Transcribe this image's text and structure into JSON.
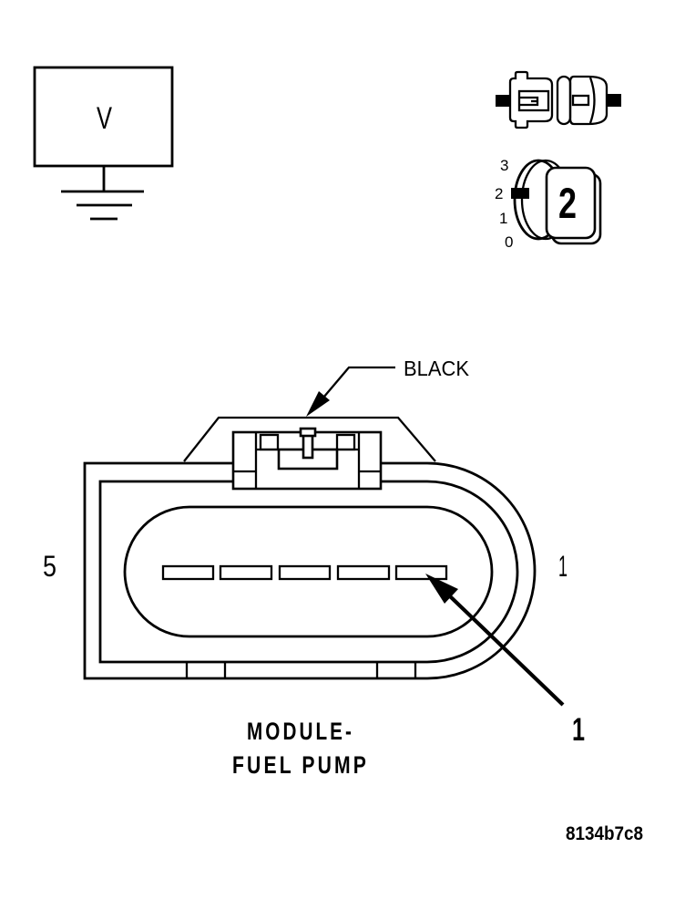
{
  "colors": {
    "background": "#ffffff",
    "line": "#000000"
  },
  "voltmeter": {
    "label": "V"
  },
  "meter": {
    "reading": "2",
    "scale": [
      "3",
      "2",
      "1",
      "0"
    ]
  },
  "connector": {
    "top_callout": "BLACK",
    "left_pin_label": "5",
    "right_pin_label": "1",
    "terminal_callout": "1",
    "terminal_count": 5,
    "caption_line1": "MODULE-",
    "caption_line2": "FUEL PUMP"
  },
  "figure_code": "8134b7c8",
  "icons": [
    "voltmeter-icon",
    "ground-icon",
    "connector-pair-icon",
    "meter-gauge-icon",
    "black-wire-arrow-icon",
    "terminal-1-arrow-icon"
  ]
}
